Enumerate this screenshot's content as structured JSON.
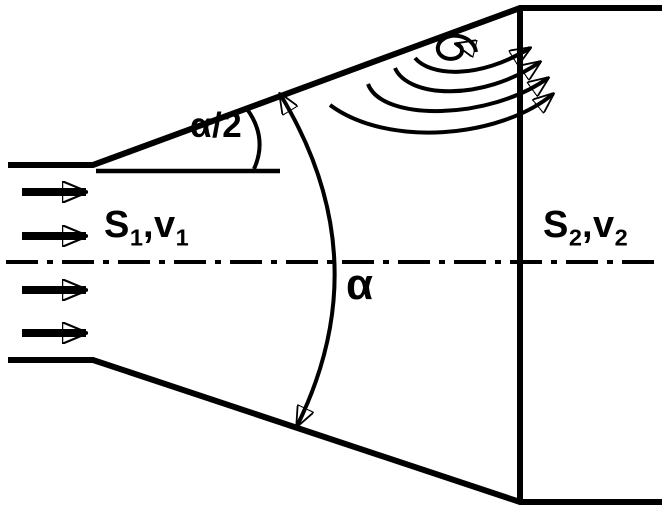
{
  "colors": {
    "line": "#000000",
    "background": "#ffffff"
  },
  "labels": {
    "inlet_section": {
      "symbol": "S",
      "symbol_sub": "1",
      "velocity": ",v",
      "velocity_sub": "1"
    },
    "outlet_section": {
      "symbol": "S",
      "symbol_sub": "2",
      "velocity": ",v",
      "velocity_sub": "2"
    },
    "half_angle": "α/2",
    "full_angle": "α"
  }
}
